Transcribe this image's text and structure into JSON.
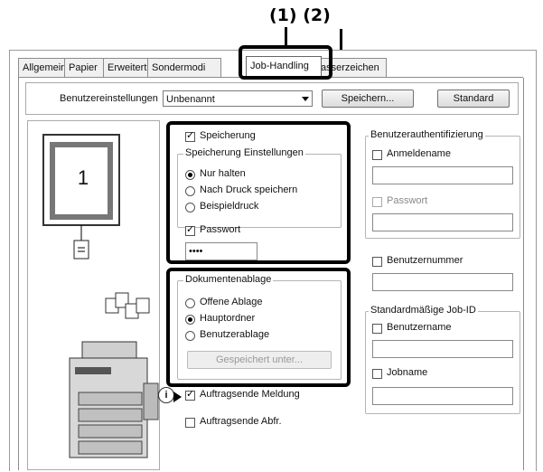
{
  "callouts": {
    "top": "(1) (2)"
  },
  "tabs": [
    {
      "label": "Allgemein"
    },
    {
      "label": "Papier"
    },
    {
      "label": "Erweitert"
    },
    {
      "label": "Sondermodi"
    },
    {
      "label": "Job-Handling"
    },
    {
      "label": "Wasserzeichen"
    }
  ],
  "user_settings": {
    "label": "Benutzereinstellungen",
    "value": "Unbenannt",
    "save_button": "Speichern...",
    "default_button": "Standard"
  },
  "preview": {
    "page_number": "1"
  },
  "storage": {
    "checkbox_label": "Speicherung",
    "checked": true,
    "group_title": "Speicherung Einstellungen",
    "options": [
      "Nur halten",
      "Nach Druck speichern",
      "Beispieldruck"
    ],
    "selected": "Nur halten",
    "password_label": "Passwort",
    "password_checked": true,
    "password_value": "••••"
  },
  "document_filing": {
    "group_title": "Dokumentenablage",
    "options": [
      "Offene Ablage",
      "Hauptordner",
      "Benutzerablage"
    ],
    "selected": "Hauptordner",
    "saved_under_button": "Gespeichert unter..."
  },
  "job_notification": {
    "label": "Auftragsende Meldung",
    "checked": true,
    "label2": "Auftragsende Abfr.",
    "checked2": false
  },
  "user_auth": {
    "group_title": "Benutzerauthentifizierung",
    "login_label": "Anmeldename",
    "password_label": "Passwort",
    "user_number_label": "Benutzernummer"
  },
  "default_job_id": {
    "group_title": "Standardmäßige Job-ID",
    "username_label": "Benutzername",
    "jobname_label": "Jobname"
  }
}
